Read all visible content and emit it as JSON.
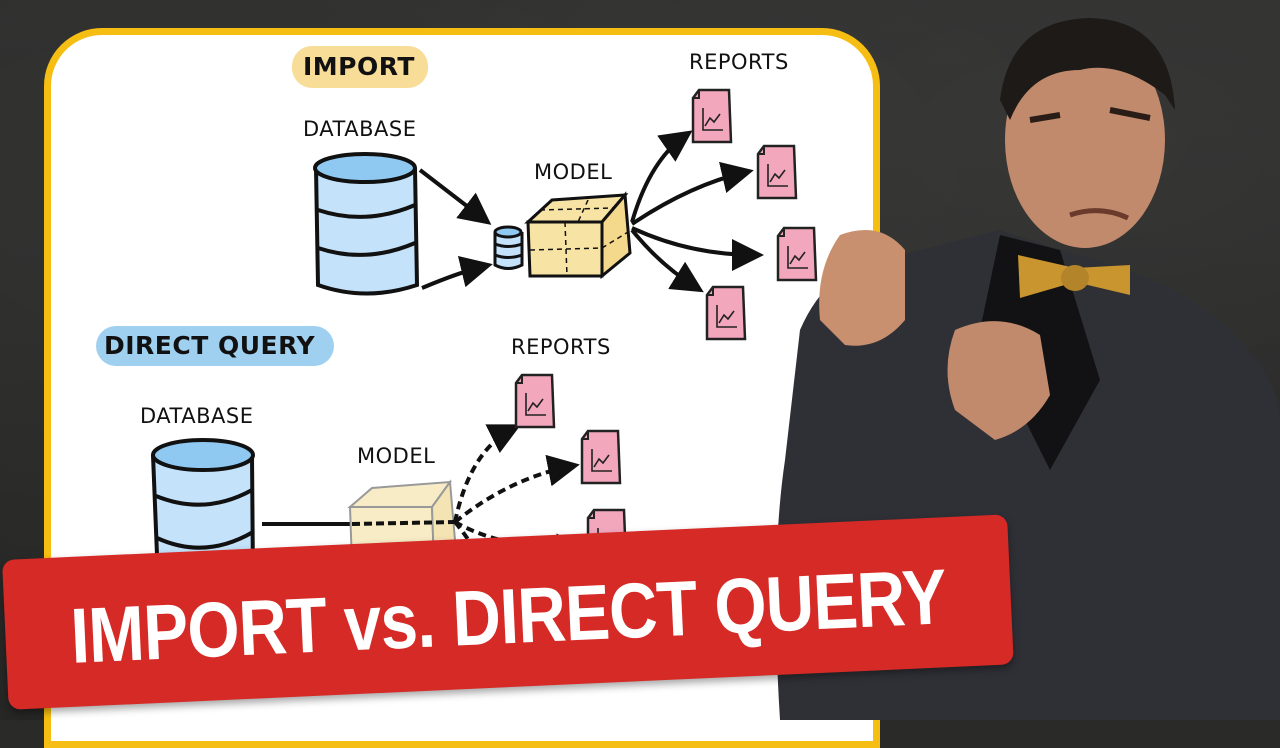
{
  "thumbnail": {
    "banner_title": "IMPORT vs. DIRECT QUERY",
    "colors": {
      "background": "#2a2a29",
      "card_border": "#f6bd12",
      "banner": "#d62a27",
      "import_highlight": "#f8dd98",
      "direct_query_highlight": "#9fd0f0",
      "database_fill": "#c4e2fa",
      "model_fill": "#f7e3a3",
      "report_fill": "#f2a7bd"
    }
  },
  "import_section": {
    "label": "IMPORT",
    "database_label": "DATABASE",
    "model_label": "MODEL",
    "reports_label": "REPORTS",
    "report_count": 4
  },
  "direct_query_section": {
    "label": "DIRECT QUERY",
    "database_label": "DATABASE",
    "model_label": "MODEL",
    "reports_label": "REPORTS",
    "report_count": 3
  }
}
